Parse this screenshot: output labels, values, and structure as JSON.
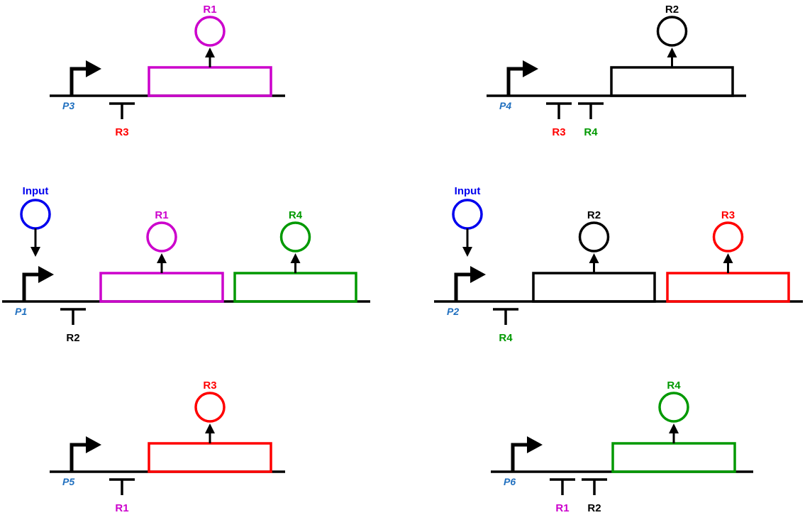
{
  "colors": {
    "black": "#000000",
    "magenta": "#cc00cc",
    "green": "#009900",
    "red": "#ff0000",
    "blue": "#0000ee",
    "promoter_label": "#1f6fbf"
  },
  "circuits": [
    {
      "promoter": "P3",
      "repressors": [
        {
          "label": "R3",
          "color": "#ff0000"
        }
      ],
      "genes": [
        {
          "product": "R1",
          "color": "#cc00cc"
        }
      ]
    },
    {
      "promoter": "P4",
      "repressors": [
        {
          "label": "R3",
          "color": "#ff0000"
        },
        {
          "label": "R4",
          "color": "#009900"
        }
      ],
      "genes": [
        {
          "product": "R2",
          "color": "#000000"
        }
      ]
    },
    {
      "promoter": "P1",
      "input": "Input",
      "repressors": [
        {
          "label": "R2",
          "color": "#000000"
        }
      ],
      "genes": [
        {
          "product": "R1",
          "color": "#cc00cc"
        },
        {
          "product": "R4",
          "color": "#009900"
        }
      ]
    },
    {
      "promoter": "P2",
      "input": "Input",
      "repressors": [
        {
          "label": "R4",
          "color": "#009900"
        }
      ],
      "genes": [
        {
          "product": "R2",
          "color": "#000000"
        },
        {
          "product": "R3",
          "color": "#ff0000"
        }
      ]
    },
    {
      "promoter": "P5",
      "repressors": [
        {
          "label": "R1",
          "color": "#cc00cc"
        }
      ],
      "genes": [
        {
          "product": "R3",
          "color": "#ff0000"
        }
      ]
    },
    {
      "promoter": "P6",
      "repressors": [
        {
          "label": "R1",
          "color": "#cc00cc"
        },
        {
          "label": "R2",
          "color": "#000000"
        }
      ],
      "genes": [
        {
          "product": "R4",
          "color": "#009900"
        }
      ]
    }
  ]
}
